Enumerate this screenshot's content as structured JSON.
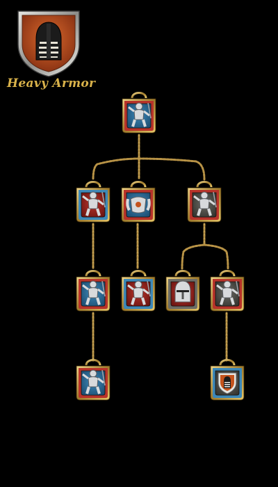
{
  "tree": {
    "title": "Heavy Armor",
    "emblem_icon": "heavy-armor-helmet-icon",
    "colors": {
      "gold": "#c9a64a",
      "chain": "#c2a052",
      "blue_bg": "#3d88b8",
      "red_bg": "#b8332a",
      "gray_bg": "#6c6c66",
      "orange_emblem": "#c4531d"
    }
  },
  "perks": [
    {
      "id": "p1",
      "icon": "knight-swordsman-icon",
      "bg": "blue",
      "frame": "red"
    },
    {
      "id": "p2",
      "icon": "knight-archer-icon",
      "bg": "red",
      "frame": "blue"
    },
    {
      "id": "p3",
      "icon": "armored-torso-icon",
      "bg": "blue",
      "frame": "red"
    },
    {
      "id": "p4",
      "icon": "knight-charge-icon",
      "bg": "gray",
      "frame": "red"
    },
    {
      "id": "p5",
      "icon": "hammer-knight-icon",
      "bg": "blue",
      "frame": "red"
    },
    {
      "id": "p6",
      "icon": "knight-lunge-icon",
      "bg": "red",
      "frame": "blue"
    },
    {
      "id": "p7",
      "icon": "great-helm-icon",
      "bg": "red",
      "frame": "gray"
    },
    {
      "id": "p8",
      "icon": "standing-knight-icon",
      "bg": "gray",
      "frame": "red"
    },
    {
      "id": "p9",
      "icon": "shield-bearer-icon",
      "bg": "blue",
      "frame": "red"
    },
    {
      "id": "p10",
      "icon": "heavy-armor-shield-icon",
      "bg": "gray",
      "frame": "blue"
    }
  ]
}
